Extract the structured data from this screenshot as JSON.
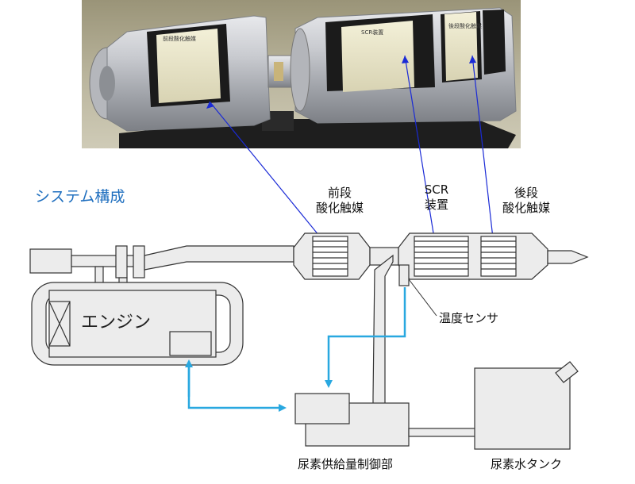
{
  "title": "システム構成",
  "labels": {
    "pre_oxidation_catalyst": [
      "前段",
      "酸化触媒"
    ],
    "scr_device": [
      "SCR",
      "装置"
    ],
    "post_oxidation_catalyst": [
      "後段",
      "酸化触媒"
    ],
    "temperature_sensor": "温度センサ",
    "urea_supply_controller": "尿素供給量制御部",
    "urea_tank": "尿素水タンク",
    "engine": "エンジン"
  },
  "photo_tags": {
    "front": "前段酸化触媒",
    "middle": "SCR装置",
    "rear": "後段酸化触媒"
  },
  "colors": {
    "title": "#1f6fbf",
    "callout_line": "#1a2ad6",
    "signal_arrow": "#29a8e0",
    "component_fill": "#ececec",
    "outline": "#333333"
  }
}
